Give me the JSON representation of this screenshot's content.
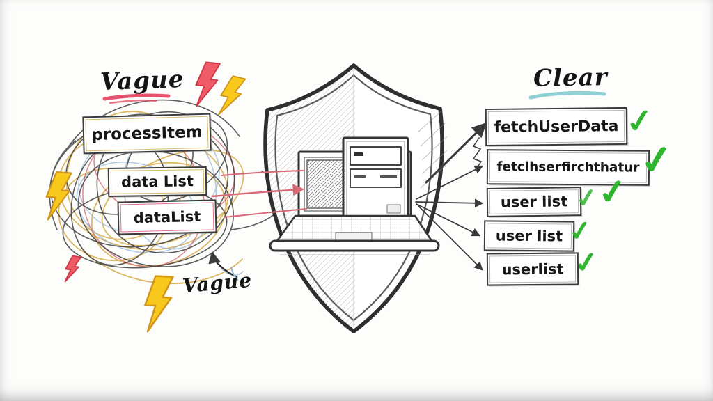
{
  "illustration": {
    "left": {
      "title": "Vague",
      "bottom_label": "Vague",
      "boxes": [
        {
          "label": "processItem"
        },
        {
          "label": "data List"
        },
        {
          "label": "dataList"
        }
      ]
    },
    "right": {
      "title": "Clear",
      "check_glyph": "✓",
      "boxes": [
        {
          "label": "fetchUserData",
          "checks": 1
        },
        {
          "label": "fetclhserfirchthatur",
          "checks": 1
        },
        {
          "label": "user list",
          "checks": 2
        },
        {
          "label": "user list",
          "checks": 1
        },
        {
          "label": "userlist",
          "checks": 1
        }
      ]
    },
    "icons": {
      "shield": "shield-outline",
      "computers": "laptop-and-desktop-tower",
      "lightning": "lightning-bolt",
      "scribble": "tangled-scribble",
      "check": "green-checkmark"
    },
    "colors": {
      "vague_underline": "#e4526b",
      "clear_underline": "#8fd0d5",
      "check_green": "#2fb530",
      "bolt_yellow": "#f9c81c",
      "bolt_red": "#ef5b66",
      "sketch_dark": "#383838",
      "scribble_gold": "#d2a133",
      "scribble_blue": "#8db3d6",
      "scribble_red": "#d25663"
    }
  }
}
